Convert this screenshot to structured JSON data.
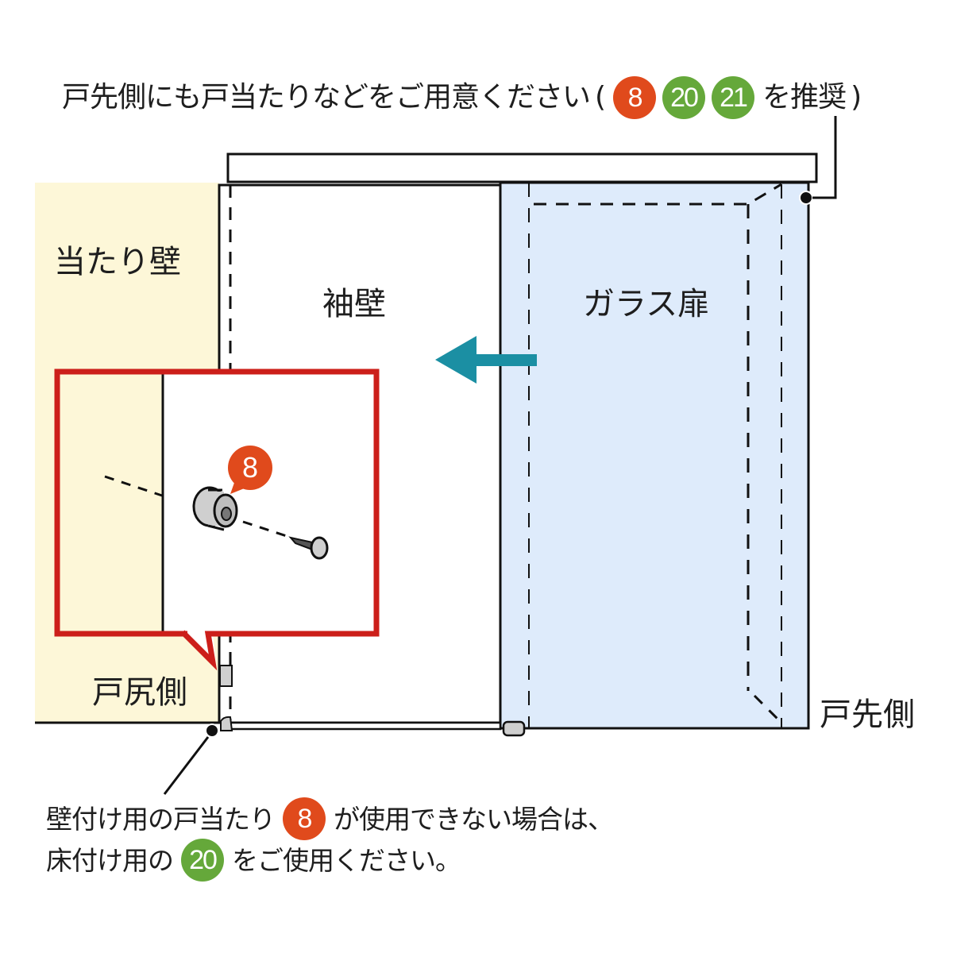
{
  "top_note": {
    "text_before": "戸先側にも戸当たりなどをご用意ください",
    "paren_open": "(",
    "badges": [
      {
        "label": "8",
        "color": "#e04a1c"
      },
      {
        "label": "20",
        "color": "#65a83a"
      },
      {
        "label": "21",
        "color": "#65a83a"
      }
    ],
    "text_after": "を推奨",
    "paren_close": ")"
  },
  "labels": {
    "atari_kabe": "当たり壁",
    "sodekabe": "袖壁",
    "glass_door": "ガラス扉",
    "tojiri_side": "戸尻側",
    "tosaki_side": "戸先側"
  },
  "callout": {
    "badge": {
      "label": "8",
      "color": "#e04a1c"
    },
    "border_color": "#cc1f1a"
  },
  "bottom_note": {
    "line1_before": "壁付け用の戸当たり",
    "line1_badge": {
      "label": "8",
      "color": "#e04a1c"
    },
    "line1_after": "が使用できない場合は、",
    "line2_before": "床付け用の",
    "line2_badge": {
      "label": "20",
      "color": "#65a83a"
    },
    "line2_after": "をご使用ください。"
  },
  "colors": {
    "wall_fill": "#fdf7d8",
    "glass_fill": "#deebfb",
    "arrow": "#1b8fa3",
    "callout_border": "#cc1f1a",
    "stopper_fill": "#cfcfcf"
  }
}
